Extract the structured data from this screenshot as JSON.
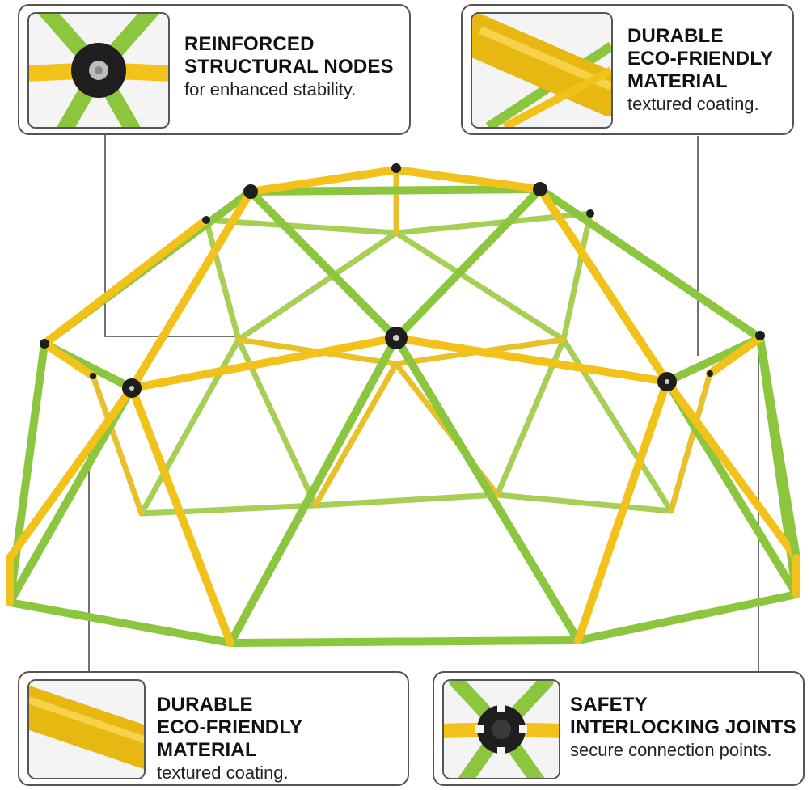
{
  "callouts": {
    "top_left": {
      "title_line1": "REINFORCED",
      "title_line2": "STRUCTURAL NODES",
      "subtitle": "for enhanced stability.",
      "icon": "connector-node-icon"
    },
    "top_right": {
      "title_line1": "DURABLE",
      "title_line2": "ECO-FRIENDLY",
      "title_line3": "MATERIAL",
      "subtitle": "textured coating.",
      "icon": "pipe-closeup-icon"
    },
    "bottom_left": {
      "title_line1": "DURABLE",
      "title_line2": "ECO-FRIENDLY MATERIAL",
      "subtitle": "textured coating.",
      "icon": "pipe-closeup-icon"
    },
    "bottom_right": {
      "title_line1": "SAFETY",
      "title_line2": "INTERLOCKING JOINTS",
      "subtitle": "secure connection points.",
      "icon": "interlocking-joint-icon"
    }
  },
  "colors": {
    "green": "#8cc63f",
    "yellow": "#f2c21b",
    "node": "#1e1e1e",
    "border": "#555555"
  }
}
